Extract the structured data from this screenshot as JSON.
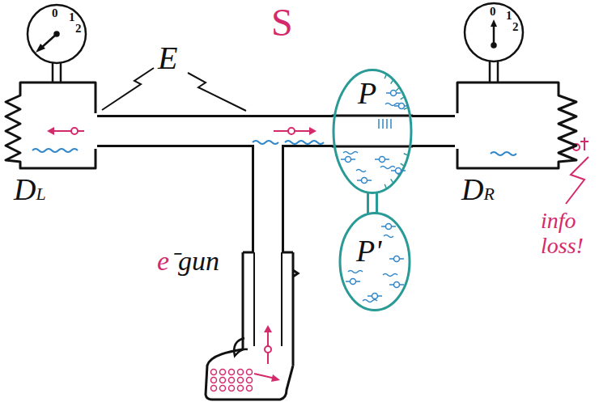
{
  "diagram": {
    "nodes": [
      {
        "text": [
          "DL"
        ]
      },
      {
        "text": [
          "P"
        ]
      },
      {
        "text": [
          "P'"
        ]
      },
      {
        "text": [
          "DR"
        ]
      },
      {
        "text": [
          "e⁻gun"
        ]
      }
    ],
    "edges": [
      {
        "from": 4,
        "to": 0,
        "arrow": "none"
      },
      {
        "from": 4,
        "to": 1,
        "arrow": "none"
      },
      {
        "from": 1,
        "to": 3,
        "arrow": "none"
      },
      {
        "from": 1,
        "to": 2,
        "arrow": "none"
      }
    ],
    "labels": [
      "S",
      "E",
      "0",
      "1",
      "2",
      "0",
      "1",
      "2",
      "info loss!"
    ]
  }
}
